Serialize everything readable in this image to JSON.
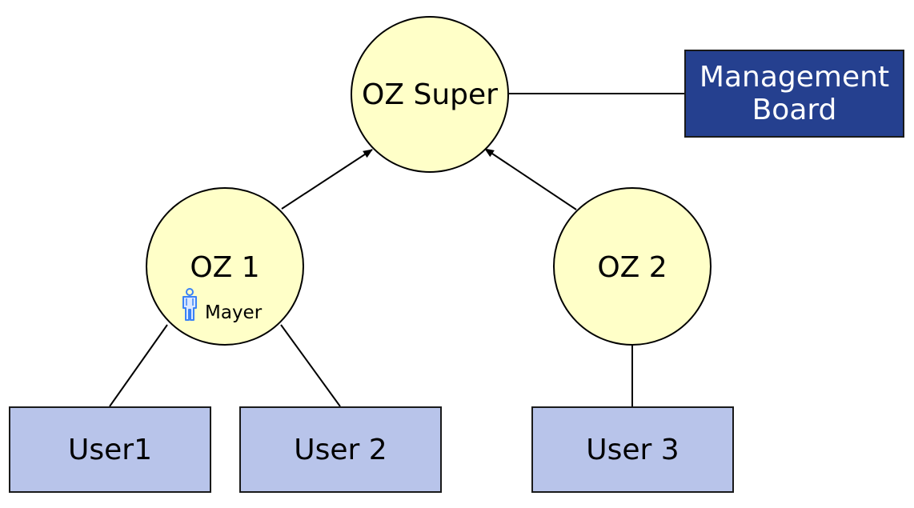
{
  "nodes": {
    "oz_super": "OZ Super",
    "oz1": "OZ 1",
    "oz2": "OZ 2",
    "management_board": [
      "Management",
      "Board"
    ],
    "user1": "User1",
    "user2": "User 2",
    "user3": "User 3"
  },
  "oz1_member": {
    "name": "Mayer",
    "icon": "person-icon"
  },
  "colors": {
    "circle_fill": "#ffffc8",
    "user_fill": "#b8c4ea",
    "management_fill": "#25408f",
    "management_text": "#ffffff",
    "line": "#000000",
    "person_icon": "#3b82f6"
  },
  "edges": [
    {
      "from": "OZ 1",
      "to": "OZ Super",
      "arrow": true
    },
    {
      "from": "OZ 2",
      "to": "OZ Super",
      "arrow": true
    },
    {
      "from": "OZ Super",
      "to": "Management Board",
      "arrow": false
    },
    {
      "from": "OZ 1",
      "to": "User1",
      "arrow": false
    },
    {
      "from": "OZ 1",
      "to": "User 2",
      "arrow": false
    },
    {
      "from": "OZ 2",
      "to": "User 3",
      "arrow": false
    }
  ]
}
